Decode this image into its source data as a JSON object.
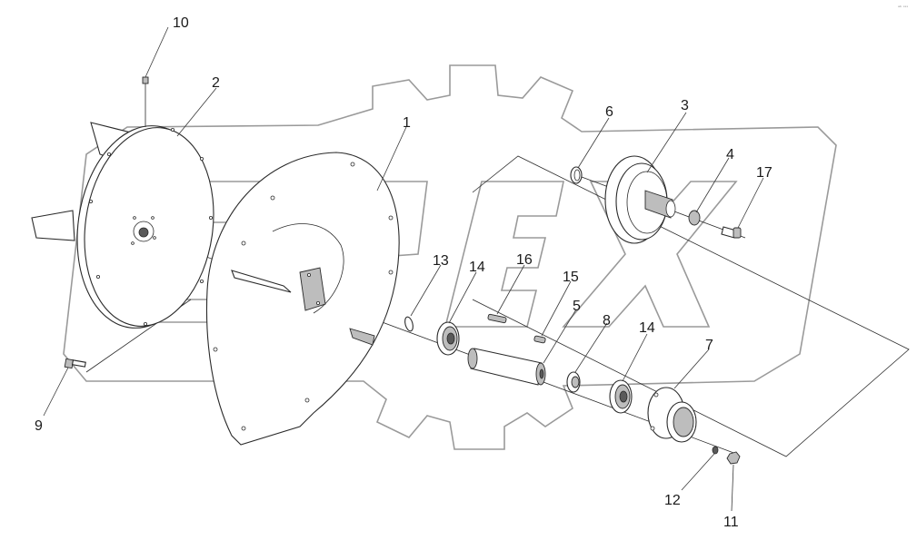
{
  "diagram": {
    "corner_mark": "ᵃᵇ ˢˢˢ",
    "callouts": [
      {
        "id": "c1",
        "text": "1"
      },
      {
        "id": "c2",
        "text": "2"
      },
      {
        "id": "c3",
        "text": "3"
      },
      {
        "id": "c4",
        "text": "4"
      },
      {
        "id": "c5",
        "text": "5"
      },
      {
        "id": "c6",
        "text": "6"
      },
      {
        "id": "c7",
        "text": "7"
      },
      {
        "id": "c8",
        "text": "8"
      },
      {
        "id": "c9",
        "text": "9"
      },
      {
        "id": "c10",
        "text": "10"
      },
      {
        "id": "c11",
        "text": "11"
      },
      {
        "id": "c12",
        "text": "12"
      },
      {
        "id": "c13",
        "text": "13"
      },
      {
        "id": "c14a",
        "text": "14"
      },
      {
        "id": "c14b",
        "text": "14"
      },
      {
        "id": "c15",
        "text": "15"
      },
      {
        "id": "c16",
        "text": "16"
      },
      {
        "id": "c17",
        "text": "17"
      }
    ]
  }
}
